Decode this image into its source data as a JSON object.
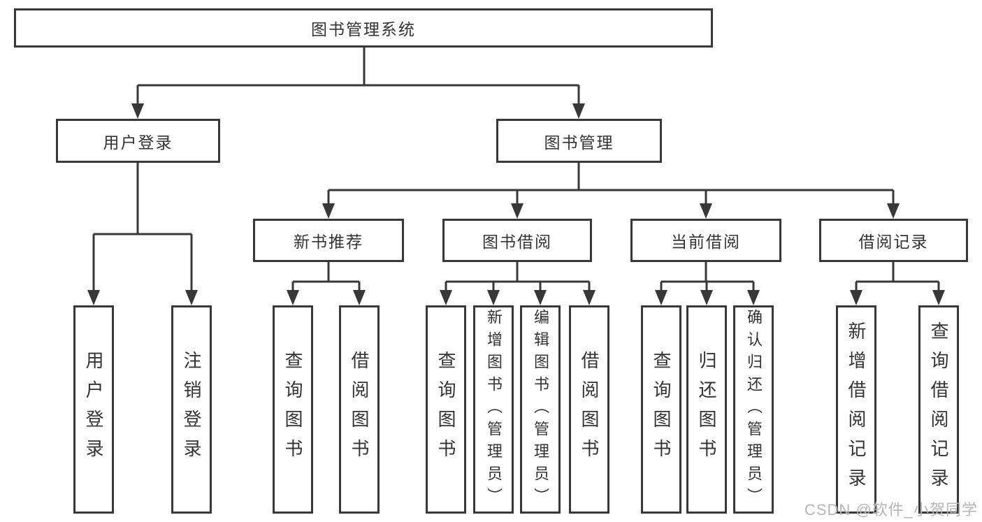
{
  "tree": {
    "label": "图书管理系统",
    "children": [
      {
        "label": "用户登录",
        "children": [
          {
            "label": "用户登录"
          },
          {
            "label": "注销登录"
          }
        ]
      },
      {
        "label": "图书管理",
        "children": [
          {
            "label": "新书推荐",
            "children": [
              {
                "label": "查询图书"
              },
              {
                "label": "借阅图书"
              }
            ]
          },
          {
            "label": "图书借阅",
            "children": [
              {
                "label": "查询图书"
              },
              {
                "label": "新增图书（管理员）"
              },
              {
                "label": "编辑图书（管理员）"
              },
              {
                "label": "借阅图书"
              }
            ]
          },
          {
            "label": "当前借阅",
            "children": [
              {
                "label": "查询图书"
              },
              {
                "label": "归还图书"
              },
              {
                "label": "确认归还（管理员）"
              }
            ]
          },
          {
            "label": "借阅记录",
            "children": [
              {
                "label": "新增借阅记录"
              },
              {
                "label": "查询借阅记录"
              }
            ]
          }
        ]
      }
    ]
  },
  "watermark": {
    "text": "CSDN @软件_小贺同学"
  },
  "colors": {
    "line": "#383838",
    "box_border": "#383838",
    "text": "#333333",
    "background": "#ffffff",
    "watermark": "#b5b5b5"
  }
}
